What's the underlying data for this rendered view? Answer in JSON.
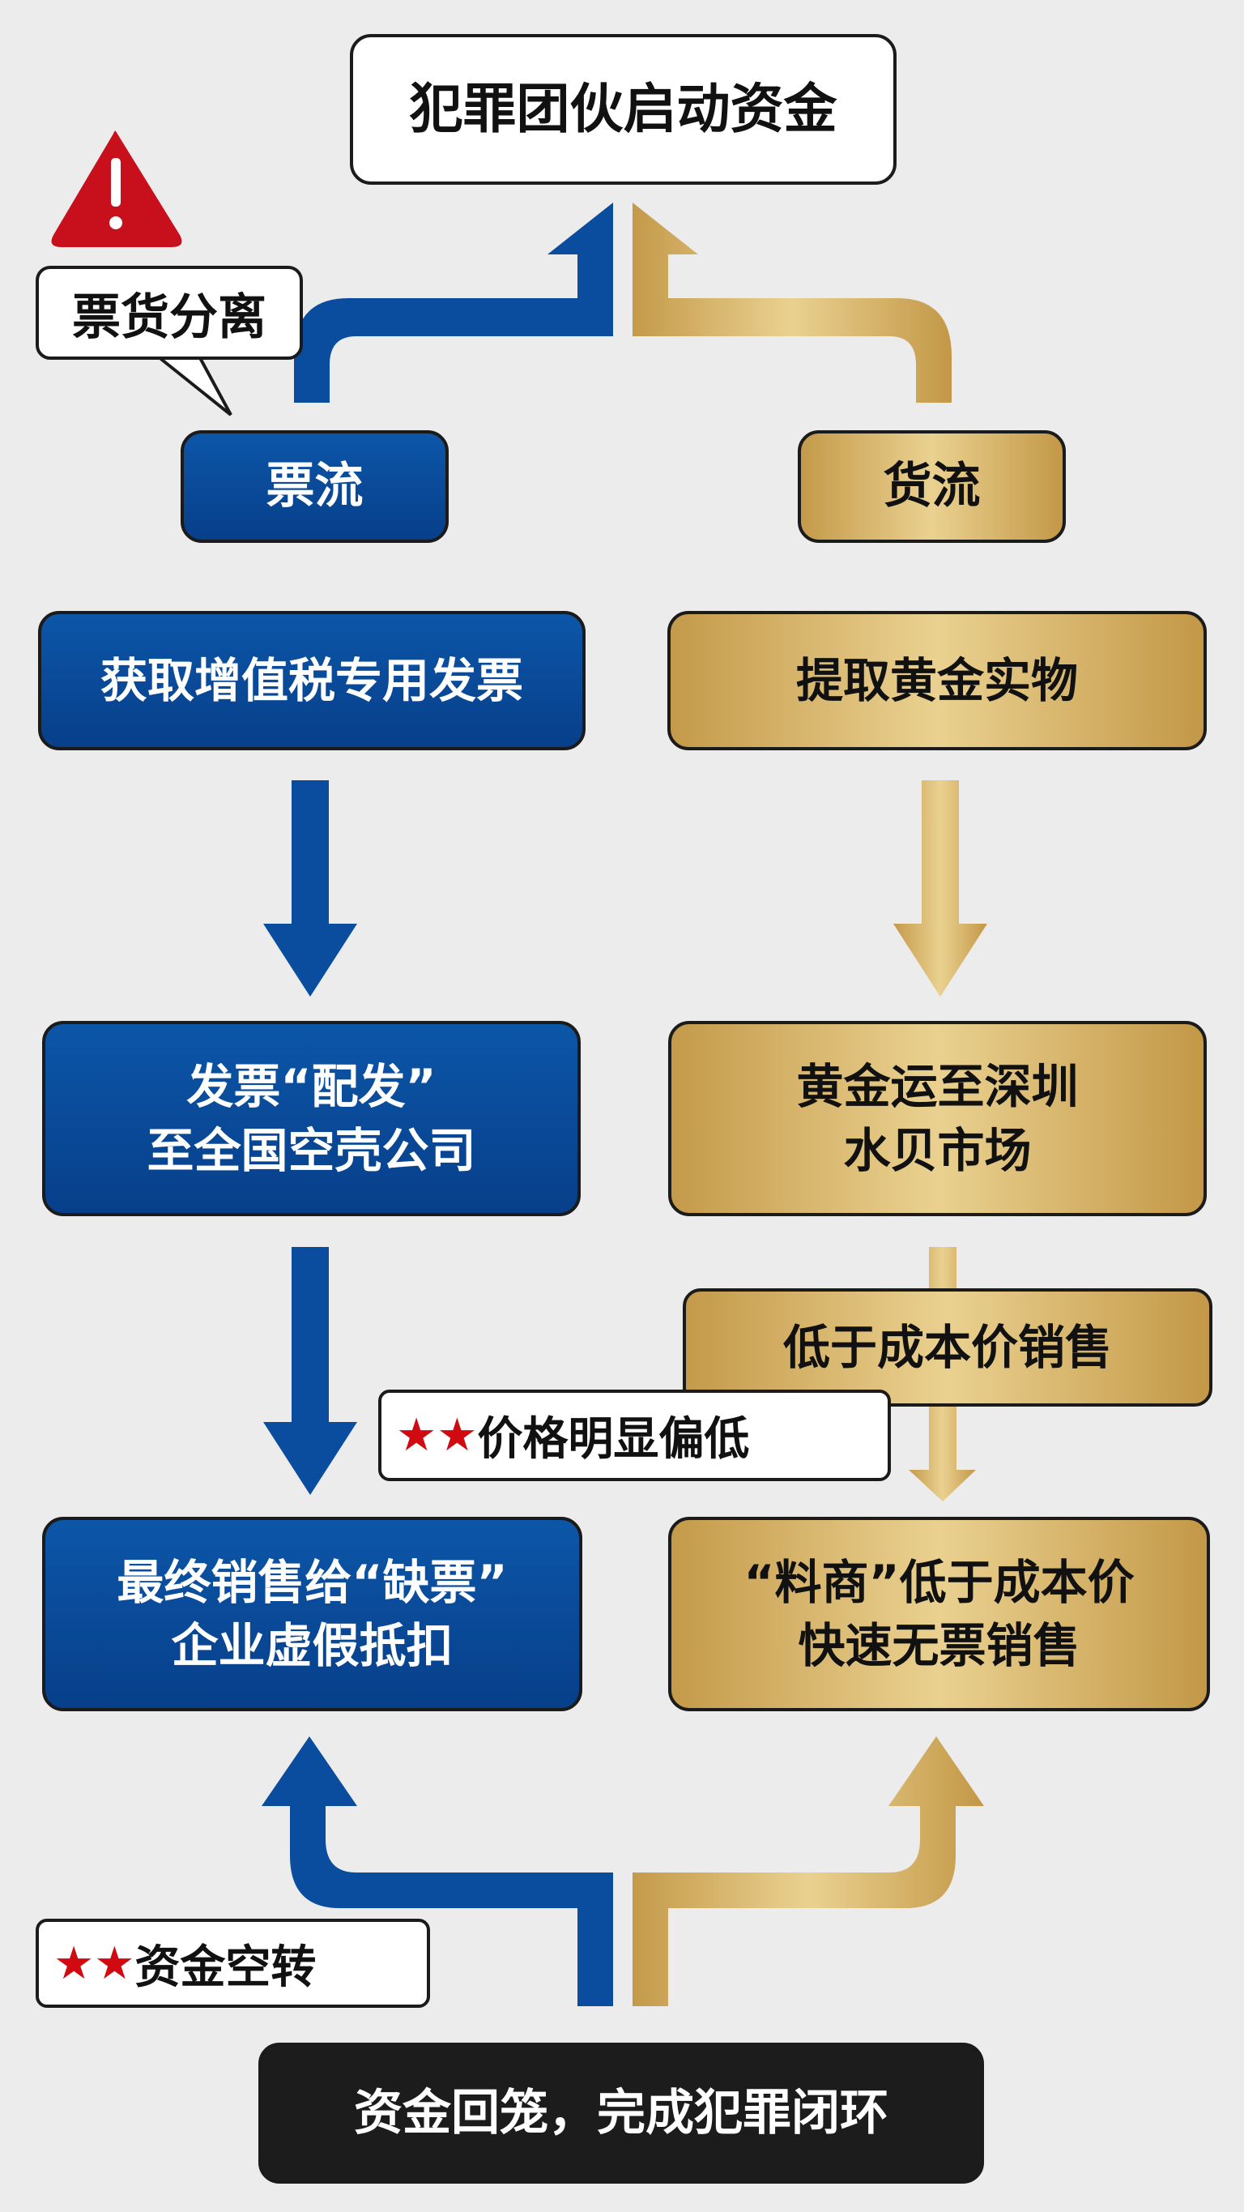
{
  "title": "犯罪团伙启动资金",
  "warning": {
    "icon": "warning-triangle-icon",
    "bubble": "票货分离"
  },
  "ticket_flow": {
    "label": "票流",
    "steps": [
      "获取增值税专用发票",
      "发票“配发”",
      "至全国空壳公司",
      "最终销售给“缺票”",
      "企业虚假抵扣"
    ]
  },
  "goods_flow": {
    "label": "货流",
    "steps": [
      "提取黄金实物",
      "黄金运至深圳",
      "水贝市场",
      "“料商”低于成本价",
      "快速无票销售"
    ],
    "side_note": "低于成本价销售"
  },
  "tags": {
    "price": {
      "stars": "★★",
      "text": "价格明显偏低"
    },
    "funds": {
      "stars": "★★",
      "text": "资金空转"
    }
  },
  "footer": "资金回笼，完成犯罪闭环",
  "colors": {
    "blue": "#0a4d9e",
    "gold": "#d9b76a",
    "red": "#d10a12",
    "dark": "#1c1c1c"
  }
}
